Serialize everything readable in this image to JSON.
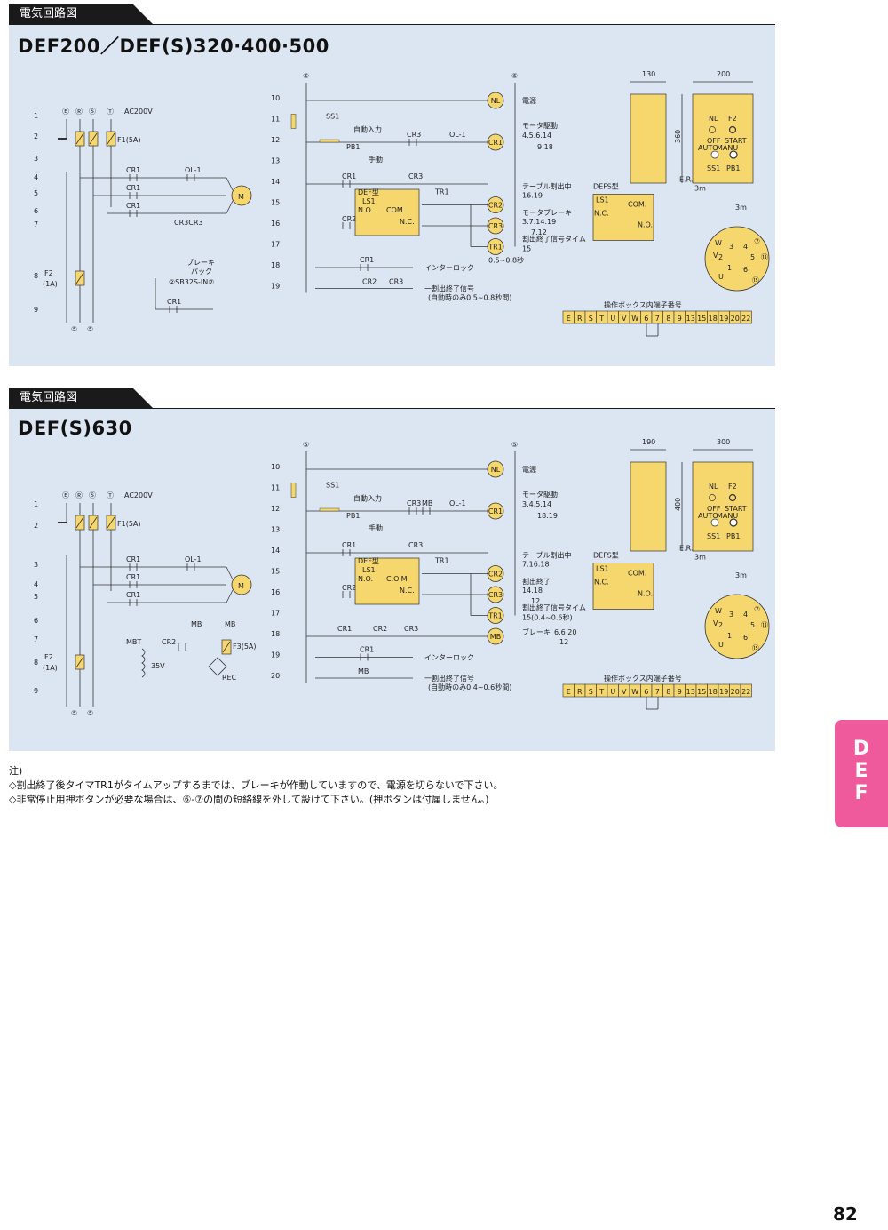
{
  "sections": [
    {
      "tab_label": "電気回路図",
      "title": "DEF200／DEF(S)320·400·500",
      "supply": "AC200V",
      "fuse_main": "F1(5A)",
      "fuse_ctrl": "F2",
      "fuse_ctrl_rating": "(1A)",
      "row_numbers": [
        "1",
        "2",
        "3",
        "4",
        "5",
        "6",
        "7",
        "8",
        "9"
      ],
      "ctrl_row_numbers": [
        "10",
        "11",
        "12",
        "13",
        "14",
        "15",
        "16",
        "17",
        "18",
        "19"
      ],
      "labels": {
        "ss1": "SS1",
        "auto_input": "自動入力",
        "pb1": "PB1",
        "manual": "手動",
        "cr1": "CR1",
        "cr2": "CR2",
        "cr3": "CR3",
        "ol1": "OL-1",
        "tr1": "TR1",
        "m": "M",
        "nl": "NL",
        "brake_pack": "ブレーキ",
        "pack": "パック",
        "sb": "②SB32S-IN⑦",
        "defs": "DEF型",
        "ls1": "LS1",
        "no": "N.O.",
        "com": "COM.",
        "nc": "N.C.",
        "cr3cr3": "CR3CR3"
      },
      "functions": [
        {
          "name": "電源",
          "nums": ""
        },
        {
          "name": "モータ駆動",
          "nums": "4.5.6.14"
        },
        {
          "name": "",
          "nums": "9.18"
        },
        {
          "name": "テーブル割出中",
          "nums": "16.19"
        },
        {
          "name": "モータブレーキ",
          "nums": "3.7.14.19"
        },
        {
          "name": "",
          "nums": "7.12"
        },
        {
          "name": "割出終了信号タイム",
          "nums": "15"
        },
        {
          "name": "",
          "nums": "0.5~0.8秒"
        },
        {
          "name": "インターロック",
          "nums": ""
        },
        {
          "name": "一割出終了信号",
          "nums": ""
        },
        {
          "name": "(自動時のみ0.5~0.8秒間)",
          "nums": ""
        }
      ],
      "defs_type": "DEFS型",
      "cable": "E.R.S.T",
      "cable_len": "3m",
      "cable_len2": "3m",
      "box_dims": [
        "130",
        "200",
        "360"
      ],
      "box_labels": {
        "nl": "NL",
        "f2": "F2",
        "off": "OFF",
        "start": "START",
        "auto": "AUTO",
        "manu": "MANU",
        "ss1": "SS1",
        "pb1": "PB1"
      },
      "connector_pins": [
        "W",
        "3",
        "4",
        "⑦",
        "2",
        "5",
        "⑬",
        "1",
        "6",
        "U",
        "⑮",
        "V"
      ],
      "terminal_title": "操作ボックス内端子番号",
      "terminals": [
        "E",
        "R",
        "S",
        "T",
        "U",
        "V",
        "W",
        "6",
        "7",
        "8",
        "9",
        "13",
        "15",
        "18",
        "19",
        "20",
        "22"
      ]
    },
    {
      "tab_label": "電気回路図",
      "title": "DEF(S)630",
      "supply": "AC200V",
      "fuse_main": "F1(5A)",
      "fuse_ctrl": "F2",
      "fuse_ctrl_rating": "(1A)",
      "fuse_3": "F3(5A)",
      "row_numbers": [
        "1",
        "2",
        "3",
        "4",
        "5",
        "6",
        "7",
        "8",
        "9"
      ],
      "ctrl_row_numbers": [
        "10",
        "11",
        "12",
        "13",
        "14",
        "15",
        "16",
        "17",
        "18",
        "19",
        "20"
      ],
      "labels": {
        "ss1": "SS1",
        "auto_input": "自動入力",
        "pb1": "PB1",
        "manual": "手動",
        "cr1": "CR1",
        "cr2": "CR2",
        "cr3": "CR3",
        "ol1": "OL-1",
        "tr1": "TR1",
        "mb": "MB",
        "m": "M",
        "nl": "NL",
        "mbt": "MBT",
        "v35": "35V",
        "rec": "REC",
        "defs": "DEF型",
        "ls1": "LS1",
        "no": "N.O.",
        "com": "C.O.M",
        "nc": "N.C."
      },
      "functions": [
        {
          "name": "電源",
          "nums": ""
        },
        {
          "name": "モータ駆動",
          "nums": "3.4.5.14"
        },
        {
          "name": "",
          "nums": "18.19"
        },
        {
          "name": "テーブル割出中",
          "nums": "7.16.18"
        },
        {
          "name": "割出終了",
          "nums": "14.18"
        },
        {
          "name": "",
          "nums": "12"
        },
        {
          "name": "割出終了信号タイム",
          "nums": "15(0.4~0.6秒)"
        },
        {
          "name": "ブレーキ",
          "nums": "6.6 20"
        },
        {
          "name": "",
          "nums": "12"
        },
        {
          "name": "インターロック",
          "nums": ""
        },
        {
          "name": "一割出終了信号",
          "nums": ""
        },
        {
          "name": "(自動時のみ0.4~0.6秒間)",
          "nums": ""
        }
      ],
      "defs_type": "DEFS型",
      "cable": "E.R.S.T",
      "cable_len": "3m",
      "cable_len2": "3m",
      "box_dims": [
        "190",
        "300",
        "400"
      ],
      "box_labels": {
        "nl": "NL",
        "f2": "F2",
        "off": "OFF",
        "start": "START",
        "auto": "AUTO",
        "manu": "MANU",
        "ss1": "SS1",
        "pb1": "PB1"
      },
      "connector_pins": [
        "W",
        "3",
        "4",
        "⑦",
        "2",
        "5",
        "⑬",
        "1",
        "6",
        "U",
        "⑮",
        "V"
      ],
      "terminal_title": "操作ボックス内端子番号",
      "terminals": [
        "E",
        "R",
        "S",
        "T",
        "U",
        "V",
        "W",
        "6",
        "7",
        "8",
        "9",
        "13",
        "15",
        "18",
        "19",
        "20",
        "22"
      ]
    }
  ],
  "notes": {
    "heading": "注)",
    "lines": [
      "◇割出終了後タイマTR1がタイムアップするまでは、ブレーキが作動していますので、電源を切らないで下さい。",
      "◇非常停止用押ボタンが必要な場合は、⑥-⑦の間の短絡線を外して設けて下さい。(押ボタンは付属しません。)"
    ]
  },
  "side_tab": [
    "D",
    "E",
    "F"
  ],
  "page_number": "82"
}
